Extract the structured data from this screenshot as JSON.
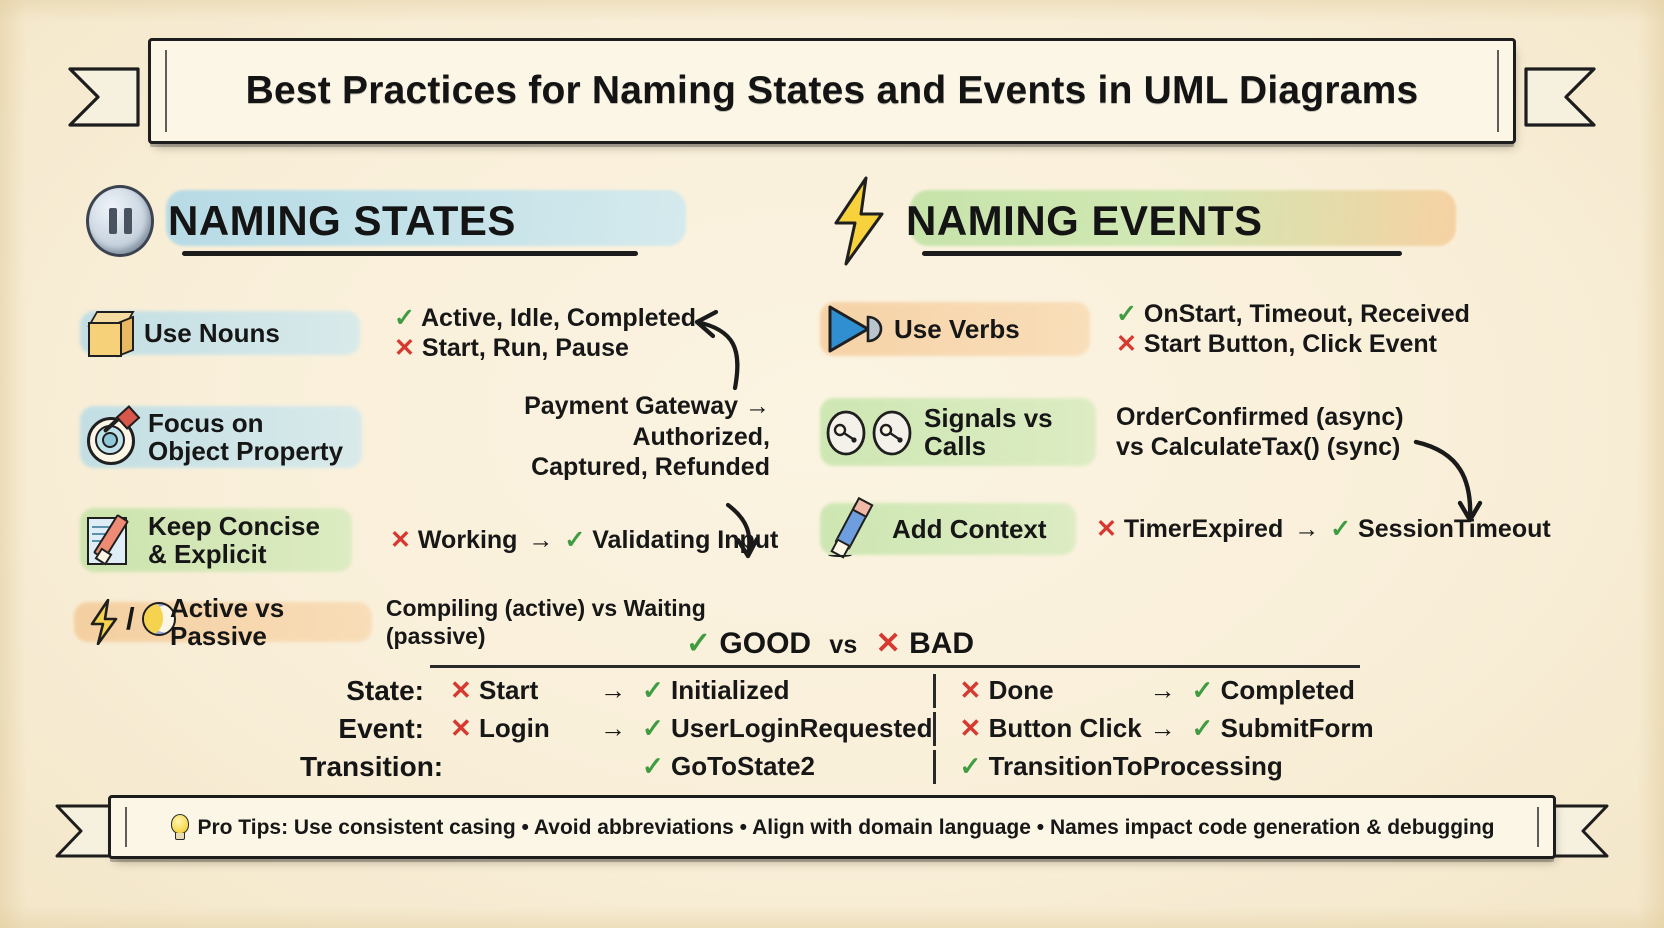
{
  "title": "Best Practices for Naming States and Events in UML Diagrams",
  "columns": [
    {
      "heading": "NAMING STATES",
      "icon": "pause-icon",
      "highlight": "#9dd5f0",
      "rows": [
        {
          "icon": "cube-icon",
          "label": "Use Nouns",
          "mark": "blue",
          "good": "Active, Idle, Completed",
          "bad": "Start, Run, Pause"
        },
        {
          "icon": "target-arrow-icon",
          "label_line1": "Focus on",
          "label_line2": "Object Property",
          "mark": "blue",
          "body_line1": "Payment Gateway → Authorized,",
          "body_line2": "Captured, Refunded"
        },
        {
          "icon": "notepad-pencil-icon",
          "label_line1": "Keep Concise",
          "label_line2": "& Explicit",
          "mark": "green",
          "bad": "Working",
          "good": "Validating Input"
        },
        {
          "icon": "bolt-moon-icon",
          "label": "Active vs Passive",
          "mark": "orange",
          "body": "Compiling (active) vs Waiting (passive)"
        }
      ]
    },
    {
      "heading": "NAMING EVENTS",
      "icon": "lightning-bolt-icon",
      "highlight": "#aadd8e",
      "rows": [
        {
          "icon": "play-triangle-icon",
          "label": "Use Verbs",
          "mark": "orange",
          "good": "OnStart, Timeout, Received",
          "bad": "Start Button, Click Event"
        },
        {
          "icon": "signal-balls-icon",
          "label_line1": "Signals vs",
          "label_line2": "Calls",
          "mark": "green",
          "body_line1": "OrderConfirmed (async)",
          "body_line2": "vs CalculateTax() (sync)"
        },
        {
          "icon": "pencil-icon",
          "label": "Add Context",
          "mark": "green",
          "bad": "TimerExpired",
          "good": "SessionTimeout"
        }
      ]
    }
  ],
  "compare": {
    "good_label": "GOOD",
    "vs_label": "vs",
    "bad_label": "BAD",
    "rows": [
      {
        "label": "State:",
        "left_bad": "Start",
        "left_good": "Initialized",
        "right_bad": "Done",
        "right_good": "Completed"
      },
      {
        "label": "Event:",
        "left_bad": "Login",
        "left_good": "UserLoginRequested",
        "right_bad": "Button Click",
        "right_good": "SubmitForm"
      },
      {
        "label": "Transition:",
        "left_bad": "",
        "left_good": "GoToState2",
        "right_bad": "",
        "right_good": "TransitionToProcessing"
      }
    ]
  },
  "tips": "Pro Tips: Use consistent casing • Avoid abbreviations • Align with domain language • Names impact code generation & debugging",
  "glyphs": {
    "check": "✓",
    "cross": "✕",
    "arrow": "→"
  },
  "colors": {
    "good": "#3f9c42",
    "bad": "#d6392f",
    "ink": "#1b1b1b",
    "paper": "#faf0d8"
  }
}
